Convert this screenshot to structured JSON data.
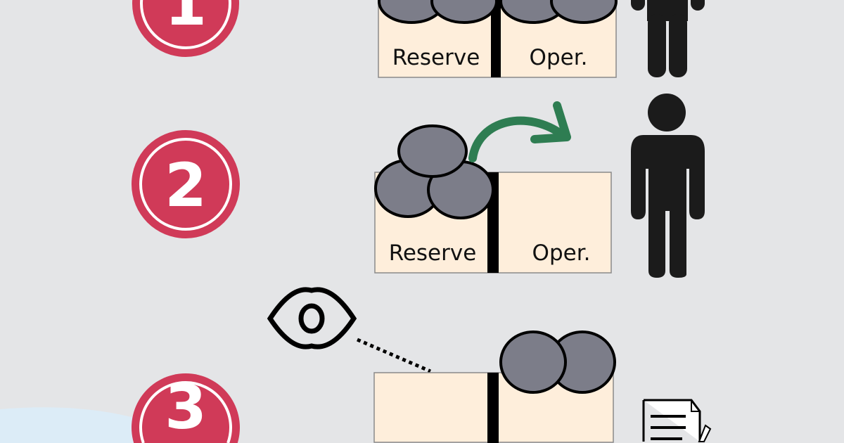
{
  "colors": {
    "background": "#e4e5e7",
    "step_badge": "#d03a58",
    "box": "#feeedb",
    "stone": "#7c7d89",
    "arrow": "#2e7d52",
    "blob": "#dcecf7"
  },
  "steps": [
    {
      "number": "1",
      "left_label": "Reserve",
      "right_label": "Oper."
    },
    {
      "number": "2",
      "left_label": "Reserve",
      "right_label": "Oper."
    },
    {
      "number": "3"
    }
  ]
}
